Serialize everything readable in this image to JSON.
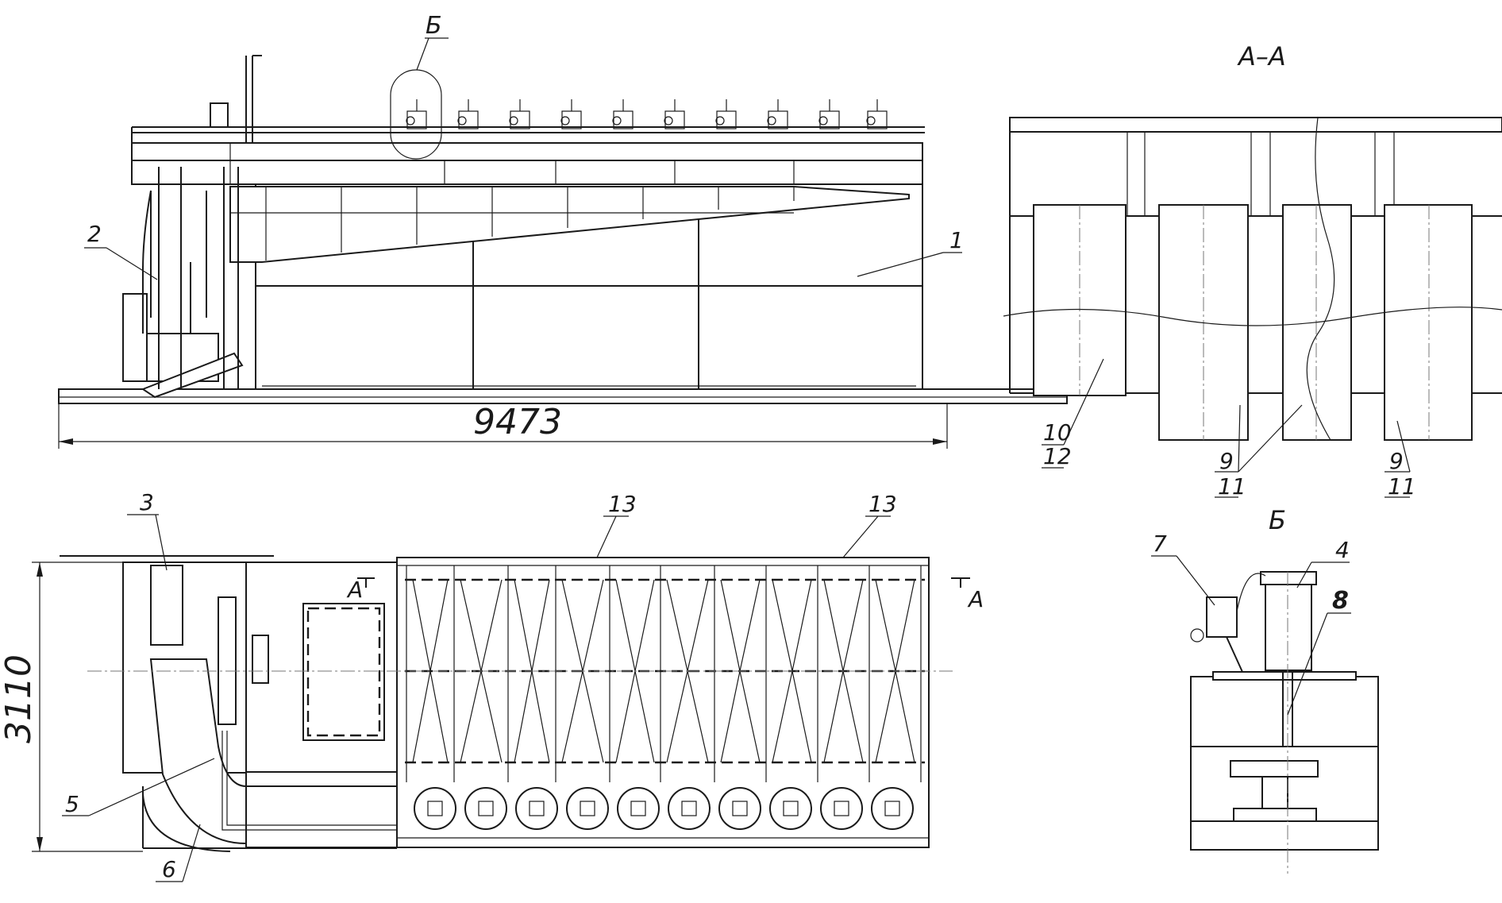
{
  "dimensions": {
    "length": "9473",
    "width": "3110"
  },
  "views": {
    "section_aa": "А–А",
    "detail_b": "Б"
  },
  "markers": {
    "b_callout": "Б",
    "cut_a_left": "А",
    "cut_a_right": "А"
  },
  "callouts": {
    "p1": "1",
    "p2": "2",
    "p3": "3",
    "p4": "4",
    "p5": "5",
    "p6": "6",
    "p7": "7",
    "p8": "8",
    "p13a": "13",
    "p13b": "13",
    "aa_10": "10",
    "aa_12": "12",
    "aa_9a": "9",
    "aa_11a": "11",
    "aa_9b": "9",
    "aa_11b": "11"
  }
}
